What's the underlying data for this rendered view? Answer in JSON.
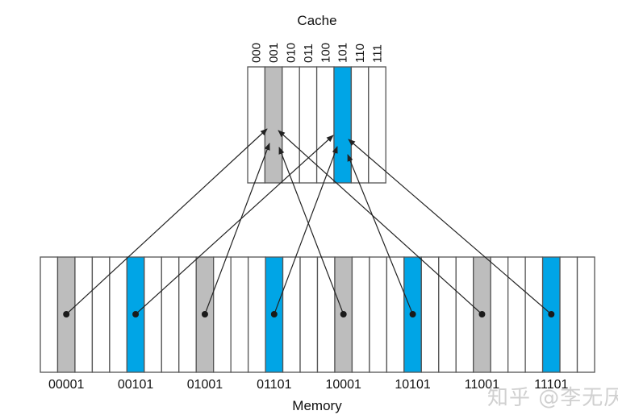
{
  "diagram": {
    "cache": {
      "title": "Cache",
      "slots": [
        "000",
        "001",
        "010",
        "011",
        "100",
        "101",
        "110",
        "111"
      ],
      "highlighted": {
        "1": "gray",
        "5": "blue"
      }
    },
    "memory": {
      "title": "Memory",
      "block_count": 32,
      "labels": [
        "00001",
        "00101",
        "01001",
        "01101",
        "10001",
        "10101",
        "11001",
        "11101"
      ],
      "label_blocks": [
        1,
        5,
        9,
        13,
        17,
        21,
        25,
        29
      ],
      "highlight_colors": [
        "gray",
        "blue",
        "gray",
        "blue",
        "gray",
        "blue",
        "gray",
        "blue"
      ]
    },
    "mappings": [
      {
        "from": "00001",
        "to_slot": "001"
      },
      {
        "from": "00101",
        "to_slot": "101"
      },
      {
        "from": "01001",
        "to_slot": "001"
      },
      {
        "from": "01101",
        "to_slot": "101"
      },
      {
        "from": "10001",
        "to_slot": "001"
      },
      {
        "from": "10101",
        "to_slot": "101"
      },
      {
        "from": "11001",
        "to_slot": "001"
      },
      {
        "from": "11101",
        "to_slot": "101"
      }
    ],
    "colors": {
      "gray": "#bdbdbd",
      "blue": "#00a5e6",
      "stroke": "#555555",
      "line": "#222222"
    }
  },
  "watermark": "知乎 @李无厌"
}
